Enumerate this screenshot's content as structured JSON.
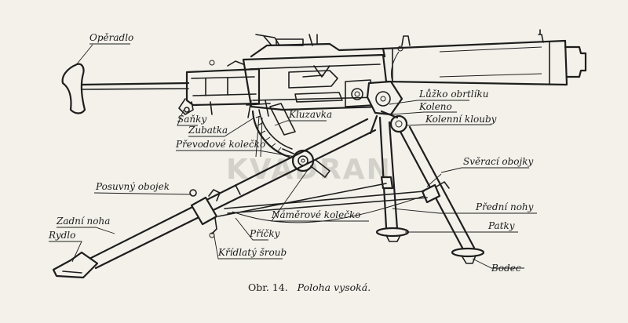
{
  "labels": {
    "operadlo": "Opěradlo",
    "lizko": "Lůžko obrtlíku",
    "koleno": "Koleno",
    "kolenni_klouby": "Kolenní klouby",
    "sanky": "Saňky",
    "kluzavka": "Kluzavka",
    "zubatka": "Zubatka",
    "prevodove": "Převodové kolečko",
    "sveraci": "Svěrací obojky",
    "posuvny": "Posuvný obojek",
    "namerove": "Náměrové kolečko",
    "predni_nohy": "Přední nohy",
    "zadni_noha": "Zadní noha",
    "patky": "Patky",
    "rydlo": "Rydlo",
    "pricky": "Příčky",
    "kridlaty": "Křídlatý šroub",
    "bodec": "Bodec"
  },
  "caption": {
    "prefix": "Obr. 14.",
    "title": "Poloha vysoká."
  },
  "watermark": "KVADRAN",
  "colors": {
    "paper": "#f3f1ea",
    "ink": "#1e1e1e"
  }
}
